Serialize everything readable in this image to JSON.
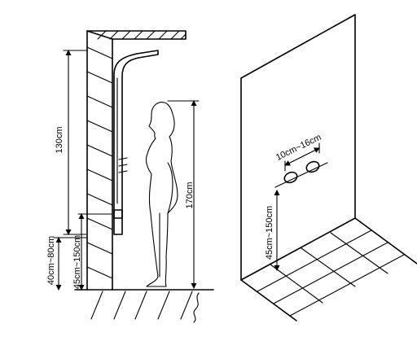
{
  "left_figure": {
    "labels": {
      "panel_height": "130cm",
      "person_height": "170cm",
      "mixer_height": "40cm~80cm",
      "floor_to_mixer": "45cm~150cm"
    }
  },
  "right_figure": {
    "labels": {
      "inlet_spacing": "10cm~16cm",
      "inlet_height": "45cm~150cm"
    }
  }
}
